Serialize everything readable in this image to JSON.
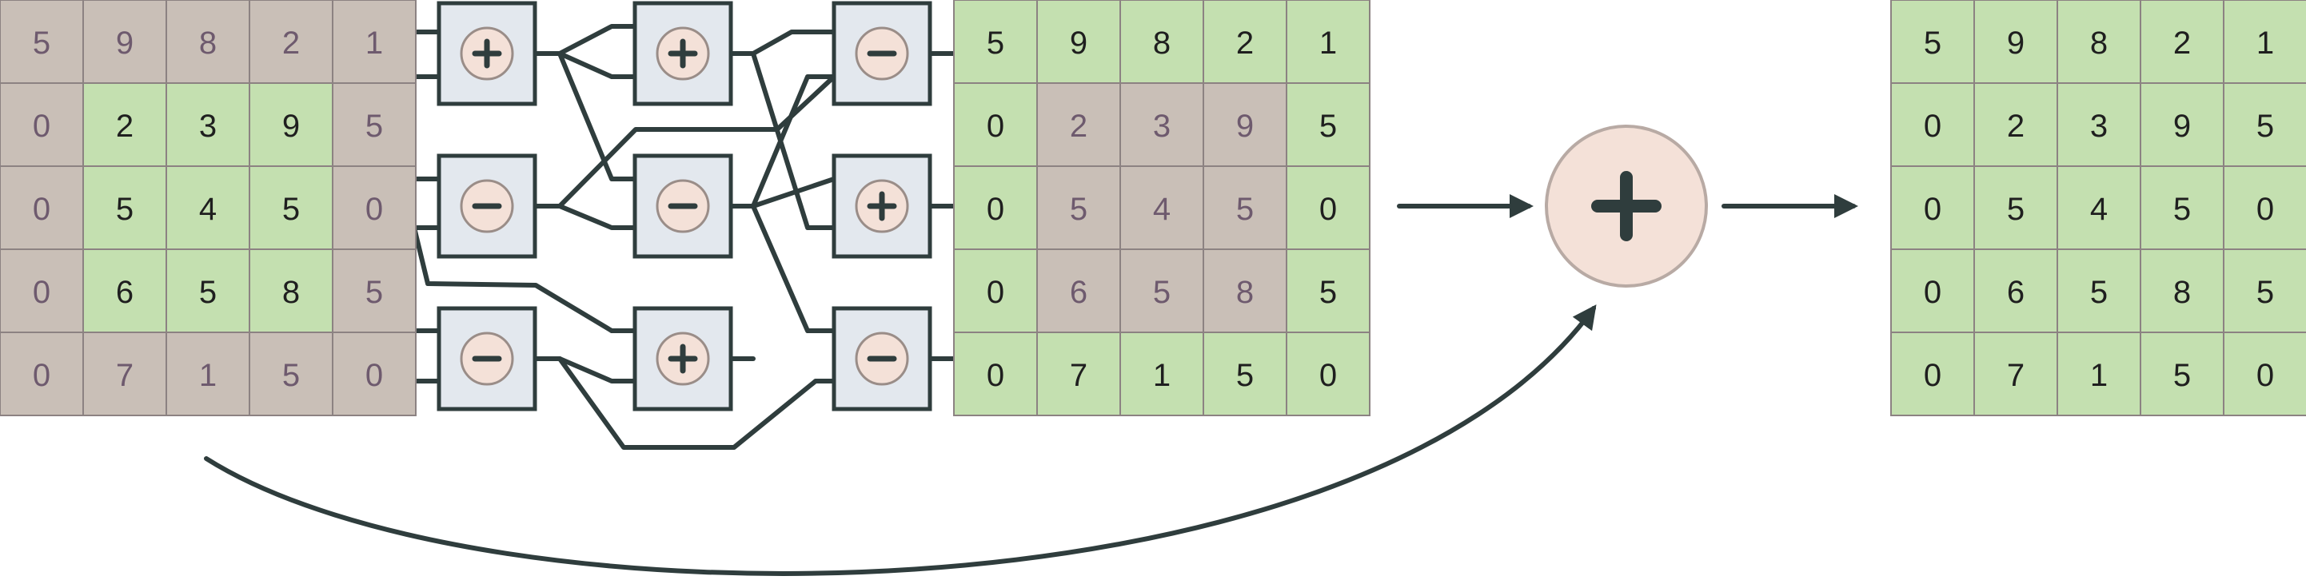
{
  "colors": {
    "green": "#c4e0b0",
    "grey_brown": "#c9bfb7",
    "grid_stroke": "#8c8282",
    "box_fill": "#e3e8ee",
    "op_fill": "#f4e1d8",
    "wire": "#2f3d3d"
  },
  "input_grid": {
    "values": [
      [
        "5",
        "9",
        "8",
        "2",
        "1"
      ],
      [
        "0",
        "2",
        "3",
        "9",
        "5"
      ],
      [
        "0",
        "5",
        "4",
        "5",
        "0"
      ],
      [
        "0",
        "6",
        "5",
        "8",
        "5"
      ],
      [
        "0",
        "7",
        "1",
        "5",
        "0"
      ]
    ],
    "fills": [
      [
        "b",
        "b",
        "b",
        "b",
        "b"
      ],
      [
        "b",
        "g",
        "g",
        "g",
        "b"
      ],
      [
        "b",
        "g",
        "g",
        "g",
        "b"
      ],
      [
        "b",
        "g",
        "g",
        "g",
        "b"
      ],
      [
        "b",
        "b",
        "b",
        "b",
        "b"
      ]
    ]
  },
  "middle_grid": {
    "values": [
      [
        "5",
        "9",
        "8",
        "2",
        "1"
      ],
      [
        "0",
        "2",
        "3",
        "9",
        "5"
      ],
      [
        "0",
        "5",
        "4",
        "5",
        "0"
      ],
      [
        "0",
        "6",
        "5",
        "8",
        "5"
      ],
      [
        "0",
        "7",
        "1",
        "5",
        "0"
      ]
    ],
    "fills": [
      [
        "g",
        "g",
        "g",
        "g",
        "g"
      ],
      [
        "g",
        "b",
        "b",
        "b",
        "g"
      ],
      [
        "g",
        "b",
        "b",
        "b",
        "g"
      ],
      [
        "g",
        "b",
        "b",
        "b",
        "g"
      ],
      [
        "g",
        "g",
        "g",
        "g",
        "g"
      ]
    ]
  },
  "output_grid": {
    "values": [
      [
        "5",
        "9",
        "8",
        "2",
        "1"
      ],
      [
        "0",
        "2",
        "3",
        "9",
        "5"
      ],
      [
        "0",
        "5",
        "4",
        "5",
        "0"
      ],
      [
        "0",
        "6",
        "5",
        "8",
        "5"
      ],
      [
        "0",
        "7",
        "1",
        "5",
        "0"
      ]
    ],
    "fills": [
      [
        "g",
        "g",
        "g",
        "g",
        "g"
      ],
      [
        "g",
        "g",
        "g",
        "g",
        "g"
      ],
      [
        "g",
        "g",
        "g",
        "g",
        "g"
      ],
      [
        "g",
        "g",
        "g",
        "g",
        "g"
      ],
      [
        "g",
        "g",
        "g",
        "g",
        "g"
      ]
    ]
  },
  "operators": [
    {
      "name": "op-col1-row1",
      "symbol": "plus"
    },
    {
      "name": "op-col1-row2",
      "symbol": "minus"
    },
    {
      "name": "op-col1-row3",
      "symbol": "minus"
    },
    {
      "name": "op-col2-row1",
      "symbol": "plus"
    },
    {
      "name": "op-col2-row2",
      "symbol": "minus"
    },
    {
      "name": "op-col2-row3",
      "symbol": "plus"
    },
    {
      "name": "op-col3-row1",
      "symbol": "minus"
    },
    {
      "name": "op-col3-row2",
      "symbol": "plus"
    },
    {
      "name": "op-col3-row3",
      "symbol": "minus"
    }
  ],
  "big_operator": {
    "symbol": "plus"
  },
  "icons": [
    "plus-icon",
    "minus-icon",
    "arrow-icon"
  ]
}
